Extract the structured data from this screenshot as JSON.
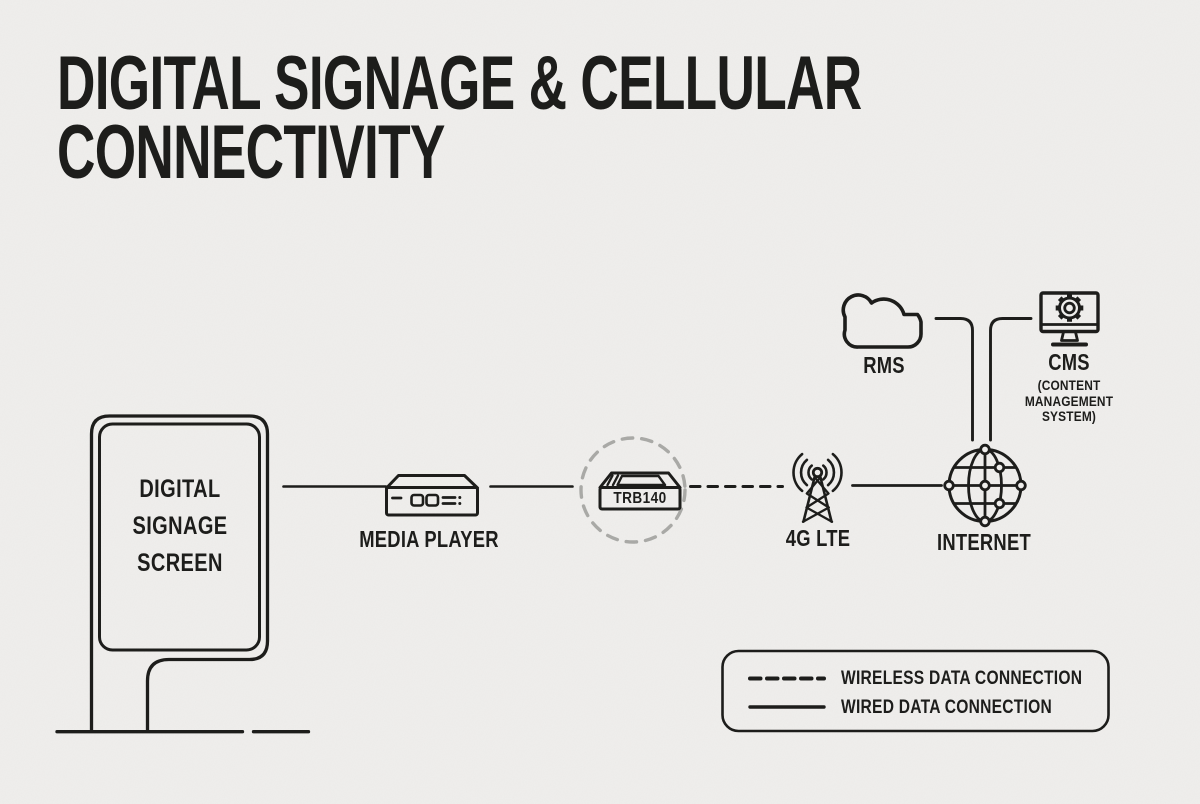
{
  "title": {
    "lines": [
      "DIGITAL SIGNAGE & CELLULAR",
      "CONNECTIVITY"
    ]
  },
  "nodes": {
    "screen": {
      "label": "DIGITAL SIGNAGE SCREEN",
      "icon": "kiosk-screen"
    },
    "media_player": {
      "label": "MEDIA PLAYER",
      "icon": "media-player-box"
    },
    "trb140": {
      "label": "TRB140",
      "icon": "cellular-gateway",
      "highlighted": true
    },
    "lte": {
      "label": "4G LTE",
      "icon": "cell-tower"
    },
    "internet": {
      "label": "INTERNET",
      "icon": "globe-network"
    },
    "rms": {
      "label": "RMS",
      "icon": "cloud"
    },
    "cms": {
      "label": "CMS",
      "sublabel": "(CONTENT MANAGEMENT SYSTEM)",
      "icon": "monitor-gear"
    }
  },
  "connections": [
    {
      "from": "screen",
      "to": "media_player",
      "type": "wired"
    },
    {
      "from": "media_player",
      "to": "trb140",
      "type": "wired"
    },
    {
      "from": "trb140",
      "to": "lte",
      "type": "wireless"
    },
    {
      "from": "lte",
      "to": "internet",
      "type": "wired"
    },
    {
      "from": "internet",
      "to": "rms",
      "type": "wired"
    },
    {
      "from": "internet",
      "to": "cms",
      "type": "wired"
    }
  ],
  "legend": {
    "items": [
      {
        "line_style": "dashed",
        "label": "WIRELESS DATA CONNECTION"
      },
      {
        "line_style": "solid",
        "label": "WIRED DATA CONNECTION"
      }
    ]
  },
  "colors": {
    "background": "#efeeec",
    "stroke": "#1d1d1b",
    "highlight_circle": "#a9a9a6"
  }
}
